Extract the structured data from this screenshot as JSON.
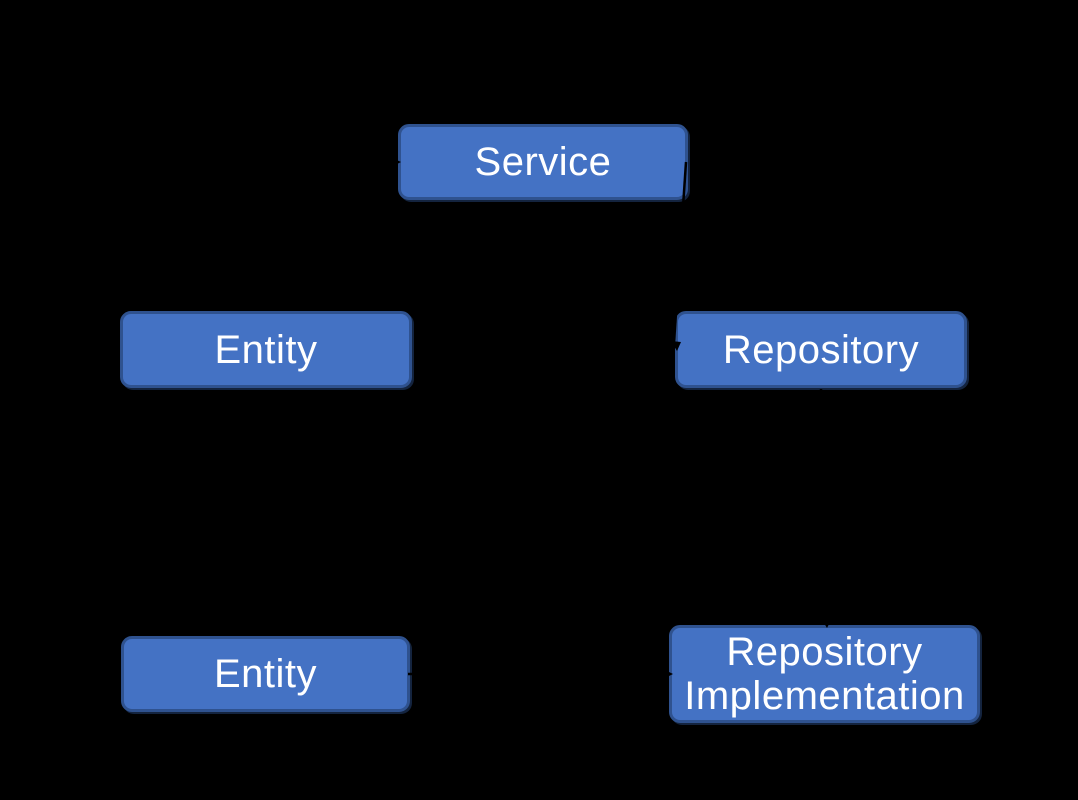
{
  "diagram": {
    "background_color": "#000000",
    "node_fill_color": "#4472c4",
    "node_border_color": "#2f528f",
    "node_text_color": "#ffffff",
    "connector_color": "#000000",
    "nodes": [
      {
        "id": "service",
        "label": "Service"
      },
      {
        "id": "entity-top",
        "label": "Entity"
      },
      {
        "id": "repository",
        "label": "Repository"
      },
      {
        "id": "entity-bottom",
        "label": "Entity"
      },
      {
        "id": "repository-implementation",
        "label": "Repository Implementation"
      }
    ],
    "connectors": [
      {
        "from": "entity-top",
        "to": "service"
      },
      {
        "from": "service",
        "to": "repository"
      },
      {
        "from": "repository",
        "to": "repository-implementation"
      },
      {
        "from": "entity-bottom",
        "to": "repository-implementation"
      }
    ]
  }
}
